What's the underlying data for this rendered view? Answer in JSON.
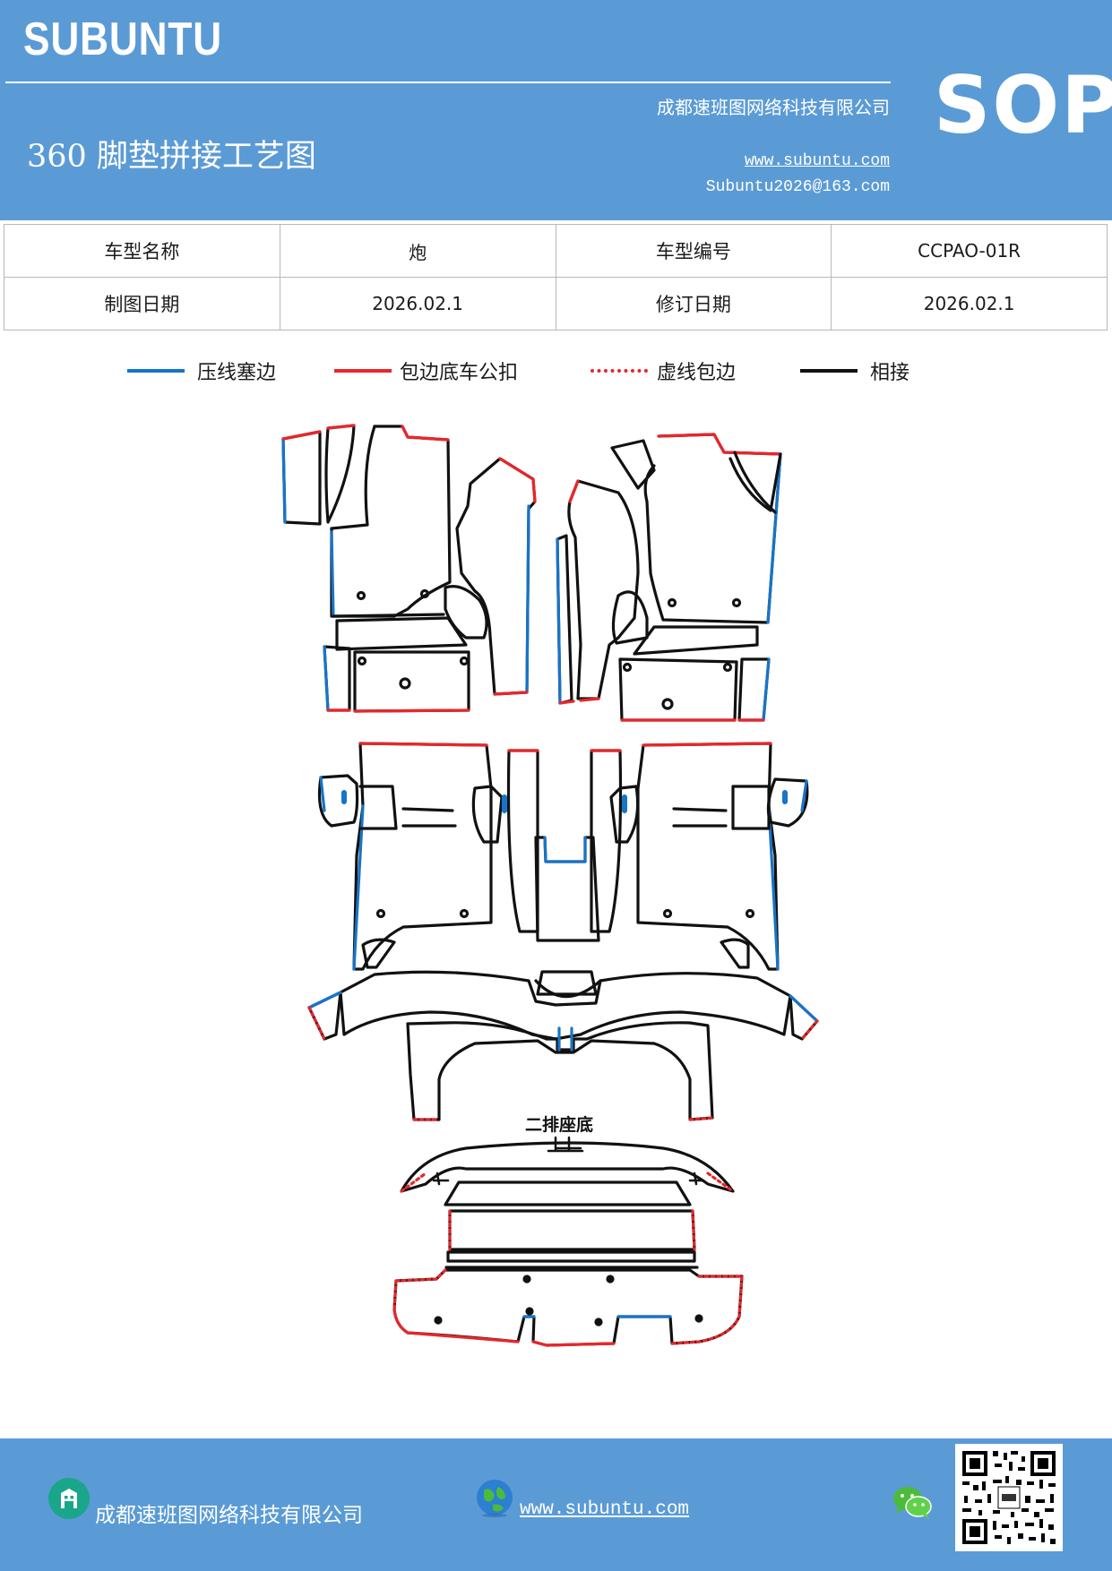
{
  "header": {
    "brand": "SUBUNTU",
    "title": "360 脚垫拼接工艺图",
    "company": "成都速班图网络科技有限公司",
    "website": "www.subuntu.com",
    "email": "Subuntu2026@163.com",
    "badge": "SOP"
  },
  "info_table": {
    "rows": [
      [
        "车型名称",
        "炮",
        "车型编号",
        "CCPAO-01R"
      ],
      [
        "制图日期",
        "2026.02.1",
        "修订日期",
        "2026.02.1"
      ]
    ]
  },
  "legend": [
    {
      "label": "压线塞边",
      "color": "#1874c8",
      "style": "solid"
    },
    {
      "label": "包边底车公扣",
      "color": "#e8262b",
      "style": "solid"
    },
    {
      "label": "虚线包边",
      "color": "#e8262b",
      "style": "dotted"
    },
    {
      "label": "相接",
      "color": "#111111",
      "style": "solid"
    }
  ],
  "diagram": {
    "label_second_row_seat_base": "二排座底"
  },
  "footer": {
    "company": "成都速班图网络科技有限公司",
    "website": "www.subuntu.com",
    "building_icon": "building-icon",
    "globe_icon": "globe-icon",
    "wechat_icon": "wechat-icon"
  }
}
